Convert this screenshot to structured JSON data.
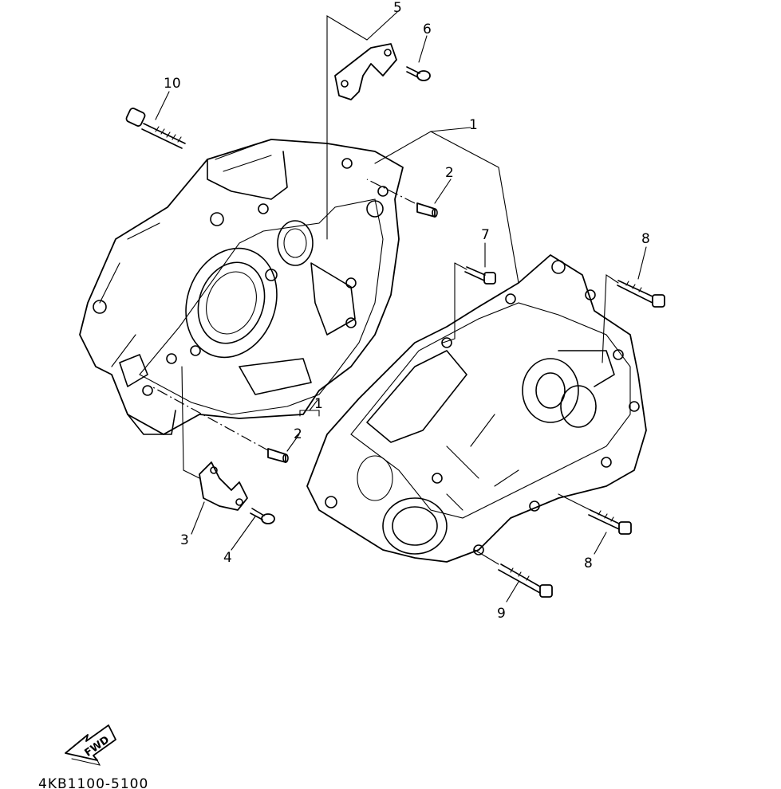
{
  "diagram": {
    "part_code": "4KB1100-5100",
    "fwd_label": "FWD",
    "callouts": {
      "c1_upper": "1",
      "c1_lower": "1",
      "c2_upper": "2",
      "c2_lower": "2",
      "c3": "3",
      "c4": "4",
      "c5": "5",
      "c6": "6",
      "c7": "7",
      "c8_upper": "8",
      "c8_lower": "8",
      "c9": "9",
      "c10": "10"
    }
  }
}
